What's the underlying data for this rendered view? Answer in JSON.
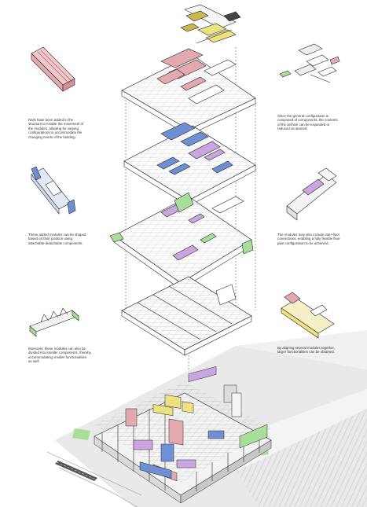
{
  "captions": {
    "rails": "Rails have been added to the structure to enable the movement of the modules, allowing for varying configurations to accommodate the changing needs of the building.",
    "general_config": "Since the general configuration is composed of components, the contents of the archive can be expanded or reduced as desired.",
    "attachable": "These added modules can be shaped based on their position using attachable-detachable components.",
    "inter_floor": "The modules may also include inter-floor connections, enabling a fully flexible floor plan configuration to be achieved.",
    "smaller_components": "Moreover, these modules can also be divided into smaller components, thereby accommodating smaller functionalities as well.",
    "aligning": "By aligning several modules together, larger functionalities can be obtained."
  },
  "colors": {
    "line": "#2a2a2a",
    "module_red": "#e3a9b0",
    "module_blue": "#6f8fd4",
    "module_purple": "#c9a6e0",
    "module_green": "#a8dd9a",
    "module_yellow": "#ece27f",
    "module_olive": "#c9b84f",
    "site_grey": "#e2e2e2"
  }
}
